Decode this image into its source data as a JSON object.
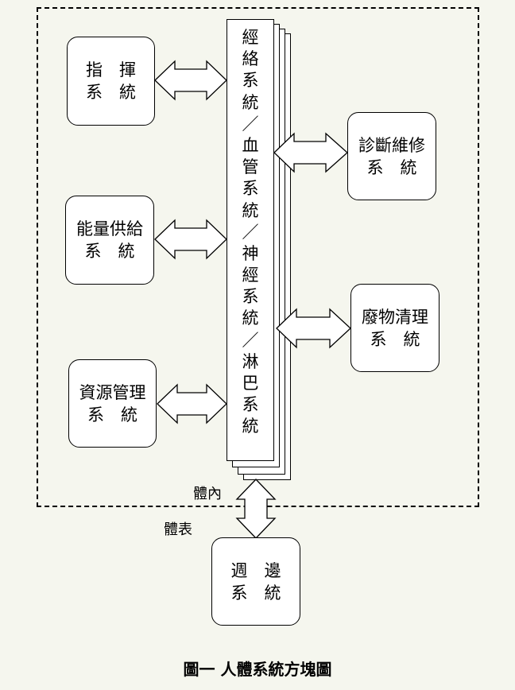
{
  "diagram": {
    "central": "經絡系統／血管系統／神經系統／淋巴系統",
    "left_blocks": [
      {
        "line1": "指　揮",
        "line2": "系　統"
      },
      {
        "line1": "能量供給",
        "line2": "系　統"
      },
      {
        "line1": "資源管理",
        "line2": "系　統"
      }
    ],
    "right_blocks": [
      {
        "line1": "診斷維修",
        "line2": "系　統"
      },
      {
        "line1": "廢物清理",
        "line2": "系　統"
      }
    ],
    "bottom_block": {
      "line1": "週　邊",
      "line2": "系　統"
    },
    "label_inner": "體內",
    "label_outer": "體表"
  },
  "caption": "圖一  人體系統方塊圖"
}
